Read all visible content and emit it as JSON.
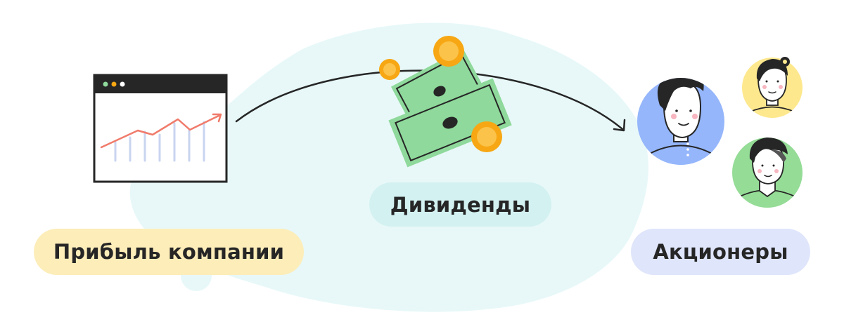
{
  "labels": {
    "profit": "Прибыль компании",
    "dividends": "Дивиденды",
    "shareholders": "Акционеры"
  },
  "colors": {
    "blob": "#e8f8f8",
    "blob_small": "#dff3f3",
    "profit_pill": "#fcedb9",
    "dividends_pill": "#d3f1f1",
    "shareholders_pill": "#dfe5fb",
    "arrow": "#262626",
    "chart_line": "#f07b6b",
    "chart_bars": "#c9d4f0",
    "browser_bar": "#262626",
    "banknote": "#8ed99b",
    "coin": "#f7a713",
    "avatar_blue": "#95b6fb",
    "avatar_yellow": "#fde88e",
    "avatar_green": "#95dc97"
  },
  "icons": [
    "profit-chart-window-icon",
    "banknote-icon",
    "coin-icon",
    "shareholder-man-icon",
    "shareholder-woman-icon",
    "shareholder-young-man-icon"
  ]
}
